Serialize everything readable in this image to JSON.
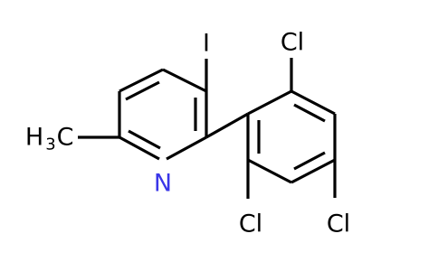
{
  "molecule": {
    "atoms": {
      "iodine": "I",
      "nitrogen": "N",
      "methyl_prefix": "H",
      "methyl_subscript": "3",
      "methyl_suffix": "C",
      "chlorine_top": "Cl",
      "chlorine_bottom_left": "Cl",
      "chlorine_bottom_right": "Cl"
    },
    "colors": {
      "bond": "#000000",
      "carbon_label": "#000000",
      "nitrogen_label": "#3a36e8",
      "background": "#ffffff"
    }
  }
}
